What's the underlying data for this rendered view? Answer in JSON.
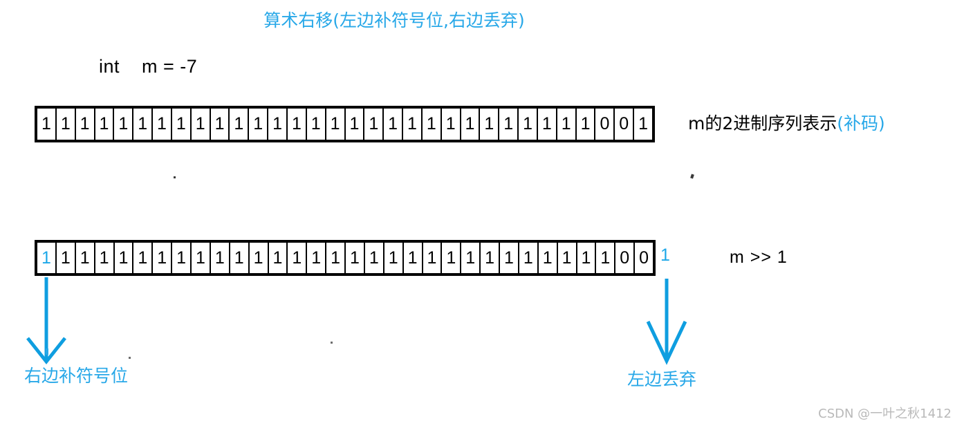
{
  "title": "算术右移(左边补符号位,右边丢弃)",
  "declaration": "int    m = -7",
  "rows": {
    "original": {
      "label_black": "m的2进制序列表示",
      "label_blue": "(补码)",
      "bits": [
        "1",
        "1",
        "1",
        "1",
        "1",
        "1",
        "1",
        "1",
        "1",
        "1",
        "1",
        "1",
        "1",
        "1",
        "1",
        "1",
        "1",
        "1",
        "1",
        "1",
        "1",
        "1",
        "1",
        "1",
        "1",
        "1",
        "1",
        "1",
        "1",
        "0",
        "0",
        "1"
      ],
      "highlight_index": -1
    },
    "shifted": {
      "label": "m >> 1",
      "bits": [
        "1",
        "1",
        "1",
        "1",
        "1",
        "1",
        "1",
        "1",
        "1",
        "1",
        "1",
        "1",
        "1",
        "1",
        "1",
        "1",
        "1",
        "1",
        "1",
        "1",
        "1",
        "1",
        "1",
        "1",
        "1",
        "1",
        "1",
        "1",
        "1",
        "1",
        "0",
        "0"
      ],
      "highlight_index": 0,
      "dropped_bit": "1"
    }
  },
  "annotations": {
    "left": {
      "caption": "右边补符号位",
      "arrow_icon": "down-arrow-icon"
    },
    "right": {
      "caption": "左边丢弃",
      "arrow_icon": "down-arrow-icon"
    }
  },
  "watermark": "CSDN @一叶之秋1412",
  "colors": {
    "accent_blue": "#28a8e8",
    "bit_highlight": "#1ca7e8",
    "text_black": "#000000",
    "watermark_gray": "#b9b9b9",
    "box_border": "#000000"
  }
}
